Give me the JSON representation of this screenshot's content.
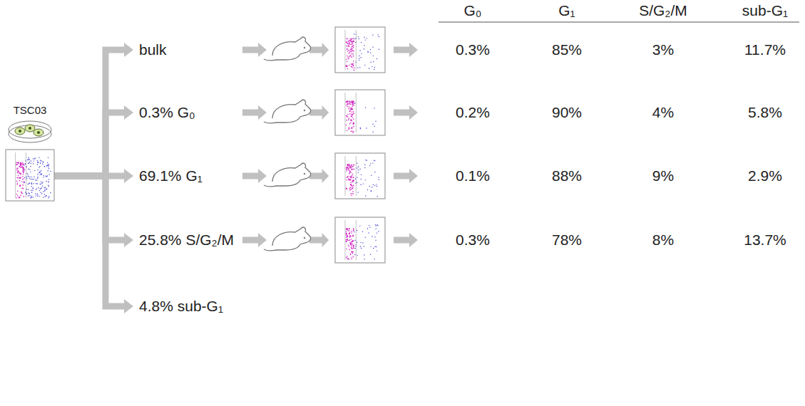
{
  "diagram": {
    "nodes": [
      {
        "text": [
          "TSC03"
        ]
      },
      {
        "text": [
          "bulk"
        ]
      },
      {
        "text": [
          "0.3% G₀"
        ]
      },
      {
        "text": [
          "69.1% G₁"
        ]
      },
      {
        "text": [
          "25.8% S/G₂/M"
        ]
      },
      {
        "text": [
          "4.8% sub-G₁"
        ]
      }
    ],
    "edges": [
      {
        "from": 0,
        "to": 1,
        "arrow": "to"
      },
      {
        "from": 0,
        "to": 2,
        "arrow": "to"
      },
      {
        "from": 0,
        "to": 3,
        "arrow": "to"
      },
      {
        "from": 0,
        "to": 4,
        "arrow": "to"
      },
      {
        "from": 0,
        "to": 5,
        "arrow": "to"
      }
    ],
    "labels": [
      "G₀",
      "G₁",
      "S/G₂/M",
      "sub-G₁",
      "0.3%",
      "85%",
      "3%",
      "11.7%",
      "0.2%",
      "90%",
      "4%",
      "5.8%",
      "0.1%",
      "88%",
      "9%",
      "2.9%",
      "0.3%",
      "78%",
      "8%",
      "13.7%"
    ]
  }
}
